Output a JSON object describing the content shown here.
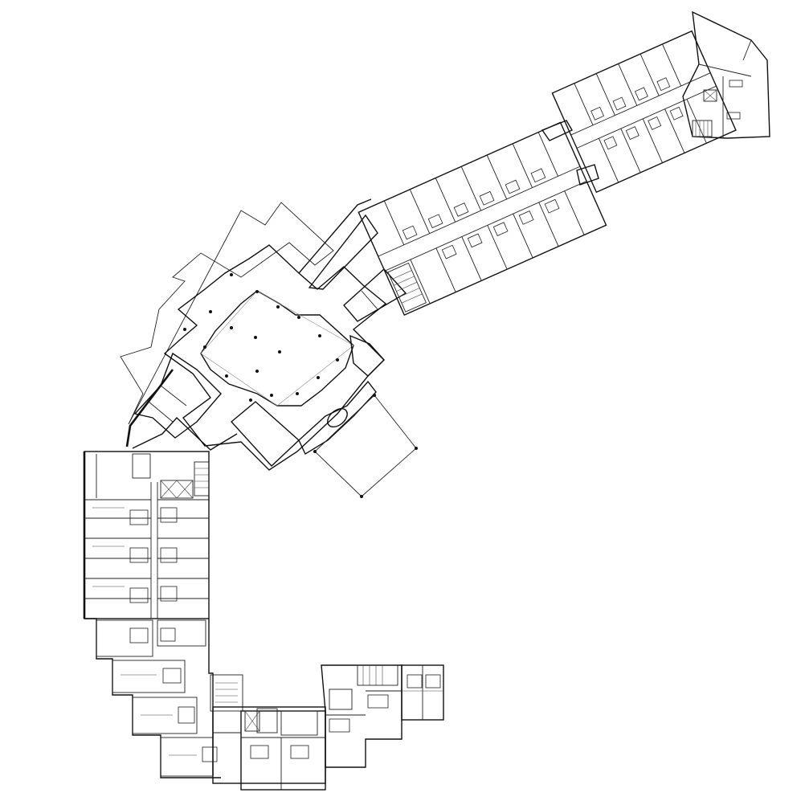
{
  "plan": {
    "colors": {
      "background": "#ffffff",
      "line": "#111111",
      "fine_line": "#444444"
    },
    "wings": [
      {
        "id": "west-wing",
        "rooms_per_side": 8
      },
      {
        "id": "south-wing",
        "rooms_per_side": 4
      },
      {
        "id": "northeast-wing-inner",
        "rooms_per_side": 6
      },
      {
        "id": "northeast-wing-outer",
        "rooms_per_side": 6
      }
    ]
  }
}
